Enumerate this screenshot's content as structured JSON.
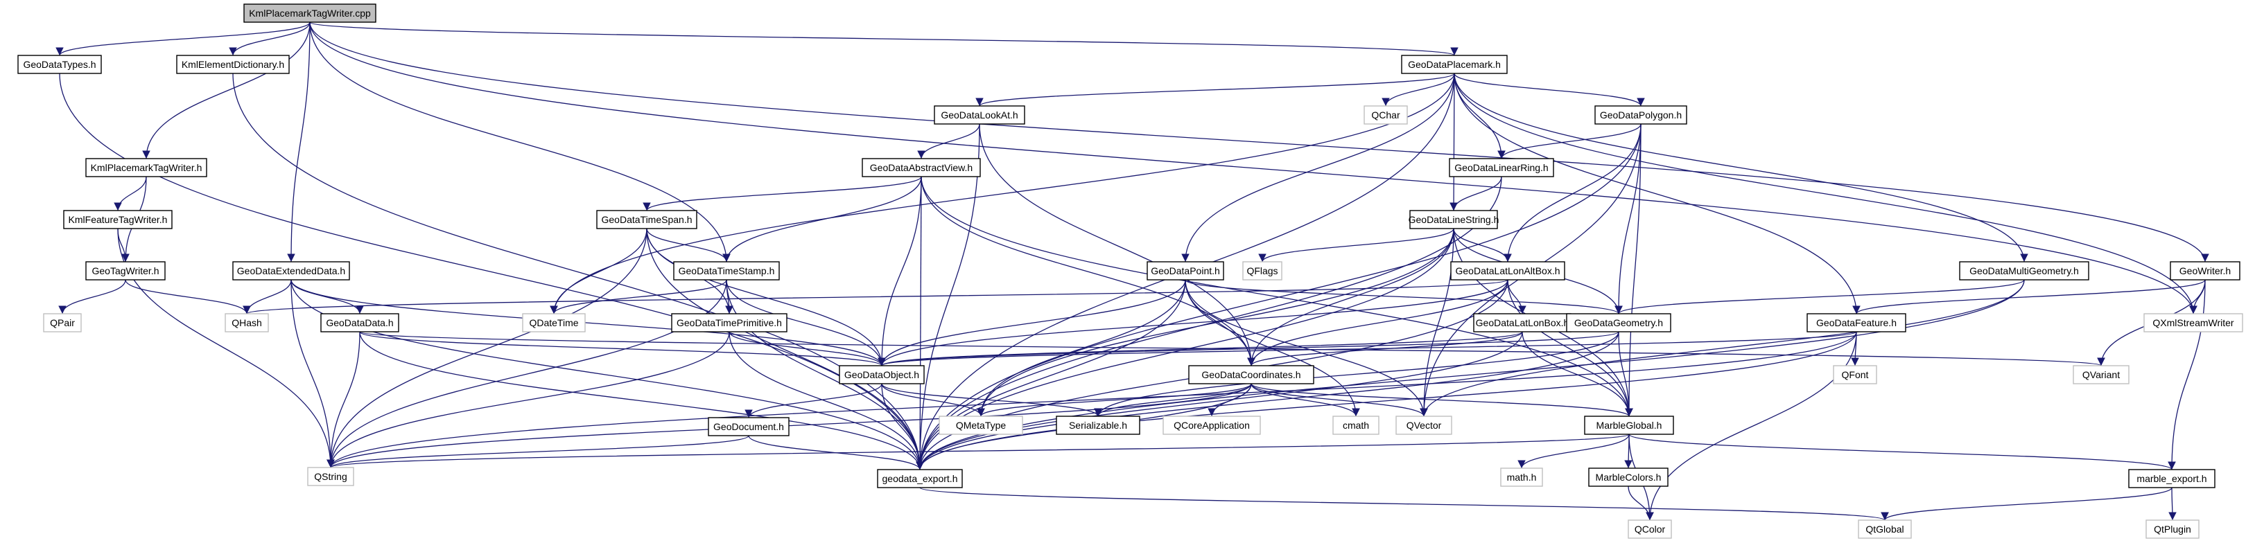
{
  "diagram": {
    "title": "KmlPlacemarkTagWriter.cpp",
    "type": "include dependency graph",
    "colors": {
      "edge": "#191970",
      "root_fill": "#bfbfbf",
      "node_border": "#000000",
      "external_border": "#bfbfbf",
      "node_fill": "#ffffff"
    },
    "nodes": [
      {
        "id": "root",
        "label": "KmlPlacemarkTagWriter.cpp",
        "kind": "root"
      },
      {
        "id": "GeoDataTypes",
        "label": "GeoDataTypes.h",
        "kind": "local"
      },
      {
        "id": "KmlElementDictionary",
        "label": "KmlElementDictionary.h",
        "kind": "local"
      },
      {
        "id": "KmlPlacemarkTagWriterH",
        "label": "KmlPlacemarkTagWriter.h",
        "kind": "local"
      },
      {
        "id": "KmlFeatureTagWriter",
        "label": "KmlFeatureTagWriter.h",
        "kind": "local"
      },
      {
        "id": "GeoTagWriter",
        "label": "GeoTagWriter.h",
        "kind": "local"
      },
      {
        "id": "QPair",
        "label": "QPair",
        "kind": "external"
      },
      {
        "id": "QHash",
        "label": "QHash",
        "kind": "external"
      },
      {
        "id": "GeoDataExtendedData",
        "label": "GeoDataExtendedData.h",
        "kind": "local"
      },
      {
        "id": "GeoDataData",
        "label": "GeoDataData.h",
        "kind": "local"
      },
      {
        "id": "QString",
        "label": "QString",
        "kind": "external"
      },
      {
        "id": "GeoDataPlacemark",
        "label": "GeoDataPlacemark.h",
        "kind": "local"
      },
      {
        "id": "GeoDataLookAt",
        "label": "GeoDataLookAt.h",
        "kind": "local"
      },
      {
        "id": "GeoDataAbstractView",
        "label": "GeoDataAbstractView.h",
        "kind": "local"
      },
      {
        "id": "GeoDataTimeSpan",
        "label": "GeoDataTimeSpan.h",
        "kind": "local"
      },
      {
        "id": "GeoDataTimeStamp",
        "label": "GeoDataTimeStamp.h",
        "kind": "local"
      },
      {
        "id": "GeoDataTimePrimitive",
        "label": "GeoDataTimePrimitive.h",
        "kind": "local"
      },
      {
        "id": "QDateTime",
        "label": "QDateTime",
        "kind": "external"
      },
      {
        "id": "GeoDataObject",
        "label": "GeoDataObject.h",
        "kind": "local"
      },
      {
        "id": "GeoDocument",
        "label": "GeoDocument.h",
        "kind": "local"
      },
      {
        "id": "geodata_export",
        "label": "geodata_export.h",
        "kind": "local"
      },
      {
        "id": "QMetaType",
        "label": "QMetaType",
        "kind": "external"
      },
      {
        "id": "Serializable",
        "label": "Serializable.h",
        "kind": "local"
      },
      {
        "id": "QCoreApplication",
        "label": "QCoreApplication",
        "kind": "external"
      },
      {
        "id": "cmath",
        "label": "cmath",
        "kind": "external"
      },
      {
        "id": "QVector",
        "label": "QVector",
        "kind": "external"
      },
      {
        "id": "QChar",
        "label": "QChar",
        "kind": "external"
      },
      {
        "id": "GeoDataPoint",
        "label": "GeoDataPoint.h",
        "kind": "local"
      },
      {
        "id": "GeoDataCoordinates",
        "label": "GeoDataCoordinates.h",
        "kind": "local"
      },
      {
        "id": "GeoDataLinearRing",
        "label": "GeoDataLinearRing.h",
        "kind": "local"
      },
      {
        "id": "GeoDataLineString",
        "label": "GeoDataLineString.h",
        "kind": "local"
      },
      {
        "id": "QFlags",
        "label": "QFlags",
        "kind": "external"
      },
      {
        "id": "GeoDataLatLonAltBox",
        "label": "GeoDataLatLonAltBox.h",
        "kind": "local"
      },
      {
        "id": "GeoDataLatLonBox",
        "label": "GeoDataLatLonBox.h",
        "kind": "local"
      },
      {
        "id": "GeoDataPolygon",
        "label": "GeoDataPolygon.h",
        "kind": "local"
      },
      {
        "id": "GeoDataGeometry",
        "label": "GeoDataGeometry.h",
        "kind": "local"
      },
      {
        "id": "MarbleGlobal",
        "label": "MarbleGlobal.h",
        "kind": "local"
      },
      {
        "id": "mathh",
        "label": "math.h",
        "kind": "external"
      },
      {
        "id": "MarbleColors",
        "label": "MarbleColors.h",
        "kind": "local"
      },
      {
        "id": "QColor",
        "label": "QColor",
        "kind": "external"
      },
      {
        "id": "GeoDataMultiGeometry",
        "label": "GeoDataMultiGeometry.h",
        "kind": "local"
      },
      {
        "id": "GeoDataFeature",
        "label": "GeoDataFeature.h",
        "kind": "local"
      },
      {
        "id": "QFont",
        "label": "QFont",
        "kind": "external"
      },
      {
        "id": "QVariant",
        "label": "QVariant",
        "kind": "external"
      },
      {
        "id": "GeoWriter",
        "label": "GeoWriter.h",
        "kind": "local"
      },
      {
        "id": "QXmlStreamWriter",
        "label": "QXmlStreamWriter",
        "kind": "external"
      },
      {
        "id": "marble_export",
        "label": "marble_export.h",
        "kind": "local"
      },
      {
        "id": "QtGlobal",
        "label": "QtGlobal",
        "kind": "external"
      },
      {
        "id": "QtPlugin",
        "label": "QtPlugin",
        "kind": "external"
      }
    ],
    "edges": [
      [
        "root",
        "GeoDataTypes"
      ],
      [
        "root",
        "KmlElementDictionary"
      ],
      [
        "root",
        "KmlPlacemarkTagWriterH"
      ],
      [
        "root",
        "GeoDataExtendedData"
      ],
      [
        "root",
        "GeoDataTimeStamp"
      ],
      [
        "root",
        "GeoDataPlacemark"
      ],
      [
        "root",
        "GeoWriter"
      ],
      [
        "root",
        "QXmlStreamWriter"
      ],
      [
        "GeoDataTypes",
        "geodata_export"
      ],
      [
        "KmlElementDictionary",
        "geodata_export"
      ],
      [
        "KmlPlacemarkTagWriterH",
        "KmlFeatureTagWriter"
      ],
      [
        "KmlPlacemarkTagWriterH",
        "GeoTagWriter"
      ],
      [
        "KmlFeatureTagWriter",
        "GeoTagWriter"
      ],
      [
        "KmlFeatureTagWriter",
        "QString"
      ],
      [
        "GeoTagWriter",
        "QPair"
      ],
      [
        "GeoTagWriter",
        "QHash"
      ],
      [
        "GeoDataExtendedData",
        "QHash"
      ],
      [
        "GeoDataExtendedData",
        "GeoDataData"
      ],
      [
        "GeoDataExtendedData",
        "QString"
      ],
      [
        "GeoDataExtendedData",
        "GeoDataObject"
      ],
      [
        "GeoDataExtendedData",
        "geodata_export"
      ],
      [
        "GeoDataData",
        "QString"
      ],
      [
        "GeoDataData",
        "GeoDataObject"
      ],
      [
        "GeoDataData",
        "geodata_export"
      ],
      [
        "GeoDataData",
        "QVariant"
      ],
      [
        "GeoDataPlacemark",
        "GeoDataLookAt"
      ],
      [
        "GeoDataPlacemark",
        "QDateTime"
      ],
      [
        "GeoDataPlacemark",
        "QChar"
      ],
      [
        "GeoDataPlacemark",
        "GeoDataPoint"
      ],
      [
        "GeoDataPlacemark",
        "GeoDataLineString"
      ],
      [
        "GeoDataPlacemark",
        "GeoDataLinearRing"
      ],
      [
        "GeoDataPlacemark",
        "GeoDataPolygon"
      ],
      [
        "GeoDataPlacemark",
        "GeoDataMultiGeometry"
      ],
      [
        "GeoDataPlacemark",
        "GeoDataFeature"
      ],
      [
        "GeoDataPlacemark",
        "geodata_export"
      ],
      [
        "GeoDataPlacemark",
        "QXmlStreamWriter"
      ],
      [
        "GeoDataLookAt",
        "GeoDataAbstractView"
      ],
      [
        "GeoDataLookAt",
        "GeoDataCoordinates"
      ],
      [
        "GeoDataLookAt",
        "geodata_export"
      ],
      [
        "GeoDataAbstractView",
        "GeoDataTimeSpan"
      ],
      [
        "GeoDataAbstractView",
        "GeoDataTimeStamp"
      ],
      [
        "GeoDataAbstractView",
        "GeoDataObject"
      ],
      [
        "GeoDataAbstractView",
        "geodata_export"
      ],
      [
        "GeoDataAbstractView",
        "GeoDataCoordinates"
      ],
      [
        "GeoDataAbstractView",
        "MarbleGlobal"
      ],
      [
        "GeoDataTimeSpan",
        "GeoDataTimeStamp"
      ],
      [
        "GeoDataTimeSpan",
        "QDateTime"
      ],
      [
        "GeoDataTimeSpan",
        "GeoDataTimePrimitive"
      ],
      [
        "GeoDataTimeSpan",
        "GeoDataObject"
      ],
      [
        "GeoDataTimeSpan",
        "geodata_export"
      ],
      [
        "GeoDataTimeSpan",
        "QString"
      ],
      [
        "GeoDataTimeStamp",
        "QDateTime"
      ],
      [
        "GeoDataTimeStamp",
        "GeoDataTimePrimitive"
      ],
      [
        "GeoDataTimeStamp",
        "GeoDataObject"
      ],
      [
        "GeoDataTimeStamp",
        "geodata_export"
      ],
      [
        "GeoDataTimeStamp",
        "QString"
      ],
      [
        "GeoDataTimePrimitive",
        "GeoDataObject"
      ],
      [
        "GeoDataTimePrimitive",
        "geodata_export"
      ],
      [
        "GeoDataTimePrimitive",
        "QString"
      ],
      [
        "GeoDataObject",
        "GeoDocument"
      ],
      [
        "GeoDataObject",
        "geodata_export"
      ],
      [
        "GeoDataObject",
        "QMetaType"
      ],
      [
        "GeoDataObject",
        "Serializable"
      ],
      [
        "GeoDocument",
        "geodata_export"
      ],
      [
        "GeoDocument",
        "QString"
      ],
      [
        "geodata_export",
        "QtGlobal"
      ],
      [
        "GeoDataPoint",
        "GeoDataCoordinates"
      ],
      [
        "GeoDataPoint",
        "GeoDataGeometry"
      ],
      [
        "GeoDataPoint",
        "QMetaType"
      ],
      [
        "GeoDataPoint",
        "QVector"
      ],
      [
        "GeoDataPoint",
        "cmath"
      ],
      [
        "GeoDataPoint",
        "geodata_export"
      ],
      [
        "GeoDataPoint",
        "GeoDataObject"
      ],
      [
        "GeoDataCoordinates",
        "QMetaType"
      ],
      [
        "GeoDataCoordinates",
        "Serializable"
      ],
      [
        "GeoDataCoordinates",
        "QCoreApplication"
      ],
      [
        "GeoDataCoordinates",
        "cmath"
      ],
      [
        "GeoDataCoordinates",
        "QVector"
      ],
      [
        "GeoDataCoordinates",
        "MarbleGlobal"
      ],
      [
        "GeoDataCoordinates",
        "geodata_export"
      ],
      [
        "GeoDataCoordinates",
        "QString"
      ],
      [
        "GeoDataLinearRing",
        "GeoDataLineString"
      ],
      [
        "GeoDataLinearRing",
        "geodata_export"
      ],
      [
        "GeoDataLineString",
        "QFlags"
      ],
      [
        "GeoDataLineString",
        "GeoDataLatLonAltBox"
      ],
      [
        "GeoDataLineString",
        "GeoDataGeometry"
      ],
      [
        "GeoDataLineString",
        "GeoDataCoordinates"
      ],
      [
        "GeoDataLineString",
        "MarbleGlobal"
      ],
      [
        "GeoDataLineString",
        "QVector"
      ],
      [
        "GeoDataLineString",
        "geodata_export"
      ],
      [
        "GeoDataLineString",
        "QMetaType"
      ],
      [
        "GeoDataLatLonAltBox",
        "GeoDataLatLonBox"
      ],
      [
        "GeoDataLatLonAltBox",
        "GeoDataObject"
      ],
      [
        "GeoDataLatLonAltBox",
        "QHash"
      ],
      [
        "GeoDataLatLonAltBox",
        "MarbleGlobal"
      ],
      [
        "GeoDataLatLonAltBox",
        "geodata_export"
      ],
      [
        "GeoDataLatLonAltBox",
        "GeoDataCoordinates"
      ],
      [
        "GeoDataLatLonBox",
        "GeoDataObject"
      ],
      [
        "GeoDataLatLonBox",
        "GeoDataCoordinates"
      ],
      [
        "GeoDataLatLonBox",
        "MarbleGlobal"
      ],
      [
        "GeoDataLatLonBox",
        "geodata_export"
      ],
      [
        "GeoDataPolygon",
        "GeoDataLinearRing"
      ],
      [
        "GeoDataPolygon",
        "GeoDataLatLonAltBox"
      ],
      [
        "GeoDataPolygon",
        "GeoDataGeometry"
      ],
      [
        "GeoDataPolygon",
        "MarbleGlobal"
      ],
      [
        "GeoDataPolygon",
        "QVector"
      ],
      [
        "GeoDataPolygon",
        "geodata_export"
      ],
      [
        "GeoDataGeometry",
        "GeoDataObject"
      ],
      [
        "GeoDataGeometry",
        "MarbleGlobal"
      ],
      [
        "GeoDataGeometry",
        "geodata_export"
      ],
      [
        "GeoDataGeometry",
        "Serializable"
      ],
      [
        "MarbleGlobal",
        "mathh"
      ],
      [
        "MarbleGlobal",
        "MarbleColors"
      ],
      [
        "MarbleGlobal",
        "QColor"
      ],
      [
        "MarbleGlobal",
        "marble_export"
      ],
      [
        "MarbleGlobal",
        "QString"
      ],
      [
        "MarbleColors",
        "QColor"
      ],
      [
        "GeoDataMultiGeometry",
        "GeoDataGeometry"
      ],
      [
        "GeoDataMultiGeometry",
        "QVector"
      ],
      [
        "GeoDataMultiGeometry",
        "geodata_export"
      ],
      [
        "GeoDataFeature",
        "GeoDataObject"
      ],
      [
        "GeoDataFeature",
        "QFont"
      ],
      [
        "GeoDataFeature",
        "QColor"
      ],
      [
        "GeoDataFeature",
        "geodata_export"
      ],
      [
        "GeoDataFeature",
        "QString"
      ],
      [
        "GeoWriter",
        "GeoDataFeature"
      ],
      [
        "GeoWriter",
        "QXmlStreamWriter"
      ],
      [
        "GeoWriter",
        "QVariant"
      ],
      [
        "GeoWriter",
        "marble_export"
      ],
      [
        "marble_export",
        "QtGlobal"
      ],
      [
        "marble_export",
        "QtPlugin"
      ]
    ]
  }
}
